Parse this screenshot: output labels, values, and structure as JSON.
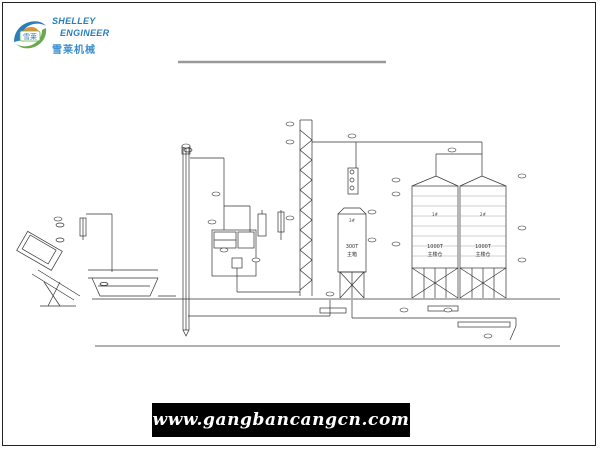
{
  "logo": {
    "brand_line1": "SHELLEY",
    "brand_line2": "ENGINEER",
    "brand_cn": "雪莱机械",
    "badge_text": "雪莱",
    "colors": {
      "blue": "#2a7fb8",
      "green": "#6aa84f",
      "orange": "#e69138"
    }
  },
  "diagram": {
    "silo_small_label_1": "300T",
    "silo_small_label_2": "主箱",
    "silo_big_left_label_1": "1000T",
    "silo_big_left_label_2": "主楼仓",
    "silo_big_right_label_1": "1000T",
    "silo_big_right_label_2": "主楼仓",
    "silo_big_left_top": "1#",
    "silo_big_right_top": "2#",
    "silo_small_top": "3#",
    "line_color": "#333333"
  },
  "footer": {
    "website": "www.gangbancangcn.com"
  }
}
